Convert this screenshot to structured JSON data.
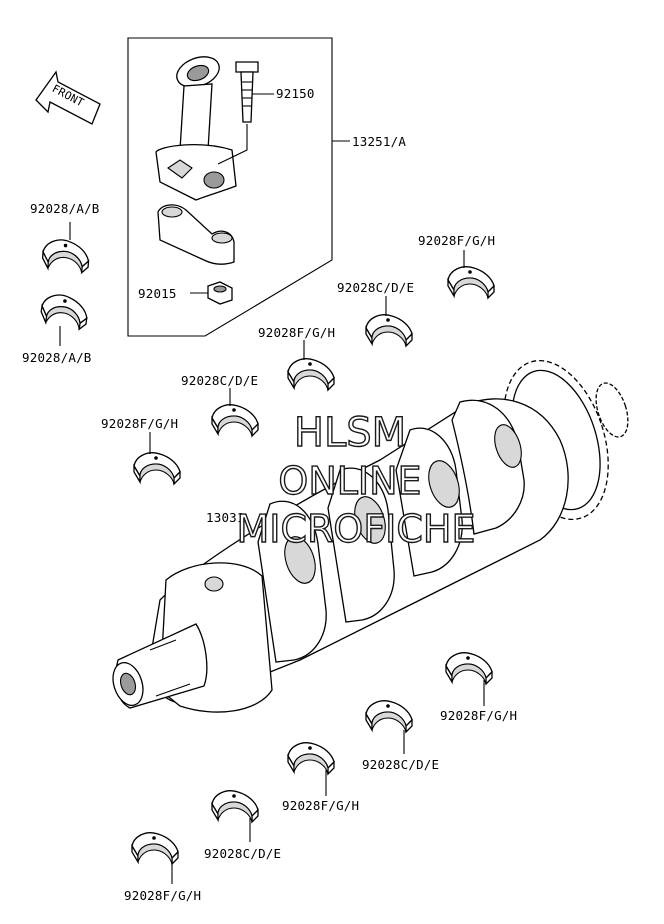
{
  "labels": {
    "connecting_rod_assy": "13251/A",
    "rod_bolt": "92150",
    "rod_nut": "92015",
    "rod_bearing_upper": "92028/A/B",
    "rod_bearing_lower": "92028/A/B",
    "crankshaft": "13031",
    "bearing_fgh_1": "92028F/G/H",
    "bearing_cde_1": "92028C/D/E",
    "bearing_fgh_2": "92028F/G/H",
    "bearing_cde_2": "92028C/D/E",
    "bearing_fgh_3": "92028F/G/H",
    "bearing_fgh_4": "92028F/G/H",
    "bearing_cde_3": "92028C/D/E",
    "bearing_fgh_5": "92028F/G/H",
    "bearing_cde_4": "92028C/D/E",
    "bearing_fgh_6": "92028F/G/H"
  },
  "front_arrow": "FRONT",
  "watermark": {
    "line1": "HLSM",
    "line2": "ONLINE",
    "line3": "MICROFICHE"
  }
}
